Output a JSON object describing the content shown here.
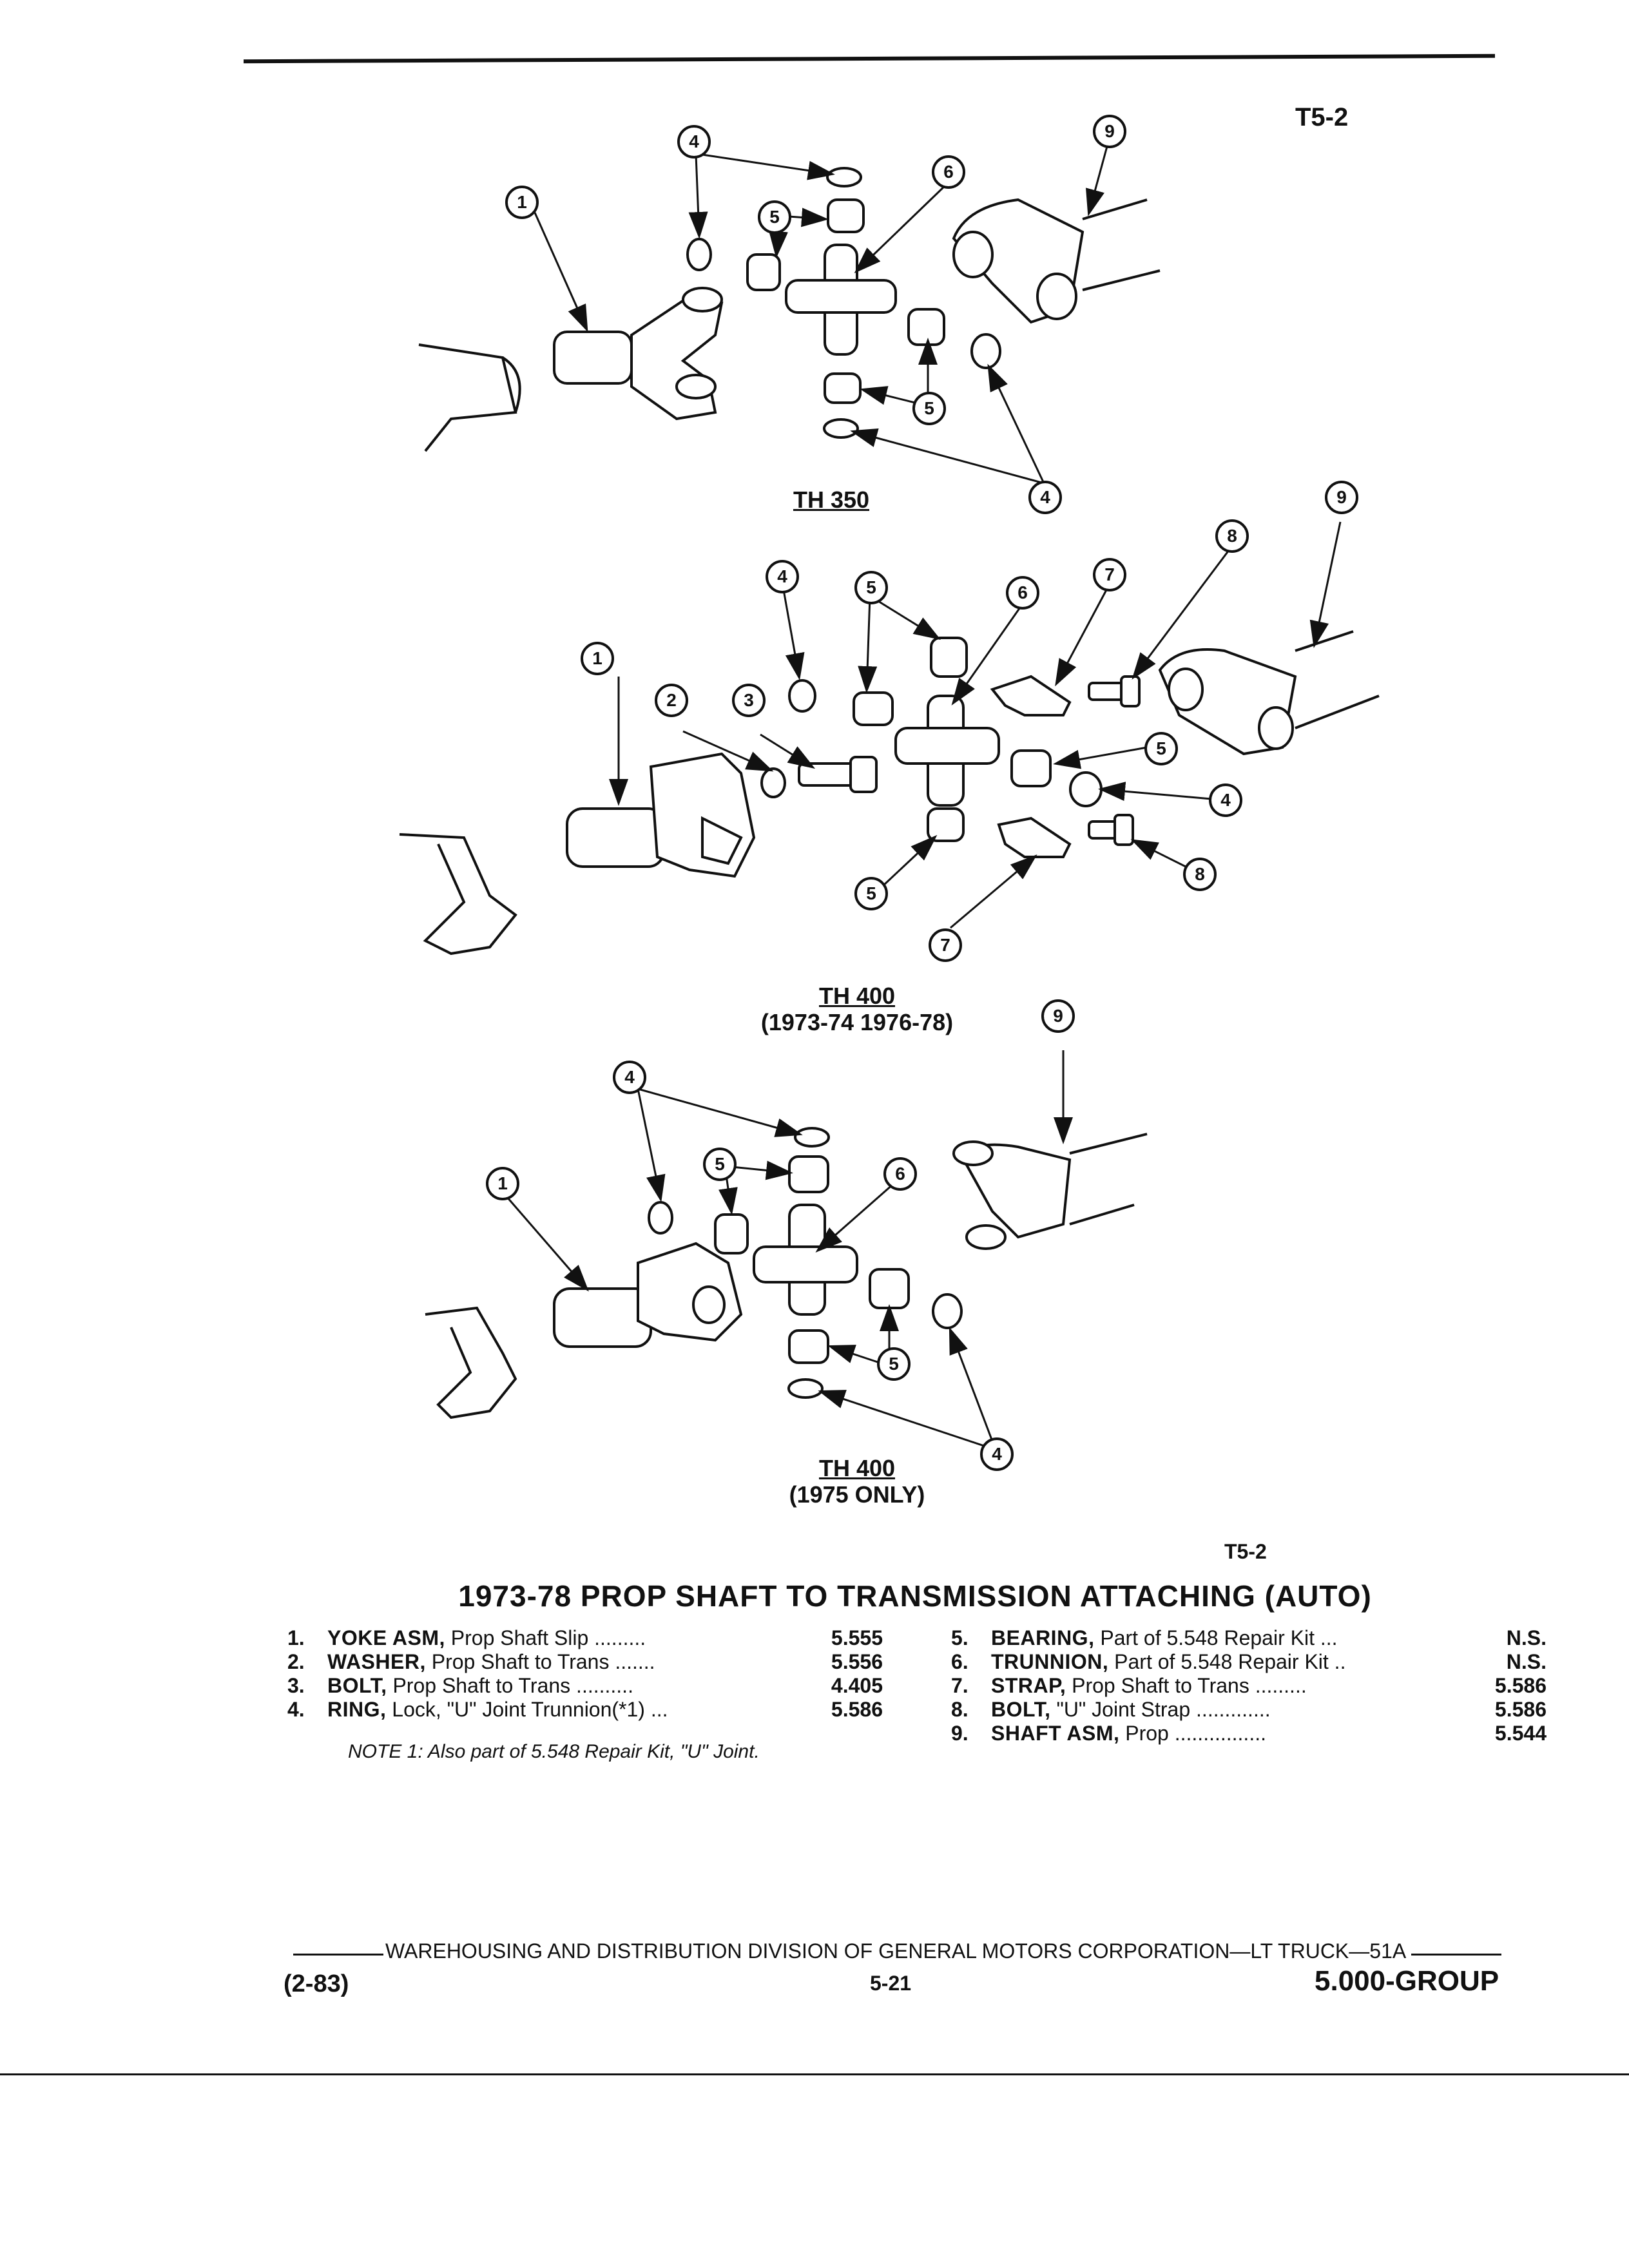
{
  "header": {
    "ref_top": "T5-2"
  },
  "diagrams": [
    {
      "caption_line1": "TH 350",
      "caption_line2": ""
    },
    {
      "caption_line1": "TH 400",
      "caption_line2": "(1973-74 1976-78)"
    },
    {
      "caption_line1": "TH 400",
      "caption_line2": "(1975 ONLY)"
    }
  ],
  "callouts": {
    "n1": "1",
    "n2": "2",
    "n3": "3",
    "n4": "4",
    "n5": "5",
    "n6": "6",
    "n7": "7",
    "n8": "8",
    "n9": "9"
  },
  "ref_bottom": "T5-2",
  "section_title": "1973-78 PROP SHAFT TO TRANSMISSION ATTACHING (AUTO)",
  "parts_left": [
    {
      "num": "1.",
      "name": "YOKE ASM,",
      "desc": "Prop Shaft Slip",
      "dots": ".........",
      "code": "5.555"
    },
    {
      "num": "2.",
      "name": "WASHER,",
      "desc": "Prop Shaft to Trans",
      "dots": ".......",
      "code": "5.556"
    },
    {
      "num": "3.",
      "name": "BOLT,",
      "desc": "Prop Shaft to Trans",
      "dots": "..........",
      "code": "4.405"
    },
    {
      "num": "4.",
      "name": "RING,",
      "desc": "Lock, \"U\" Joint Trunnion(*1)",
      "dots": "...",
      "code": "5.586"
    }
  ],
  "parts_right": [
    {
      "num": "5.",
      "name": "BEARING,",
      "desc": "Part of 5.548 Repair Kit",
      "dots": "...",
      "code": "N.S."
    },
    {
      "num": "6.",
      "name": "TRUNNION,",
      "desc": "Part of 5.548 Repair Kit",
      "dots": "..",
      "code": "N.S."
    },
    {
      "num": "7.",
      "name": "STRAP,",
      "desc": "Prop Shaft to Trans",
      "dots": ".........",
      "code": "5.586"
    },
    {
      "num": "8.",
      "name": "BOLT,",
      "desc": "\"U\" Joint Strap",
      "dots": ".............",
      "code": "5.586"
    },
    {
      "num": "9.",
      "name": "SHAFT ASM,",
      "desc": "Prop",
      "dots": "................",
      "code": "5.544"
    }
  ],
  "note": "NOTE 1: Also part of 5.548 Repair Kit, \"U\" Joint.",
  "footer": {
    "publisher": "WAREHOUSING AND DISTRIBUTION DIVISION OF GENERAL MOTORS CORPORATION—LT TRUCK—51A",
    "date": "(2-83)",
    "page": "5-21",
    "group": "5.000-GROUP"
  }
}
